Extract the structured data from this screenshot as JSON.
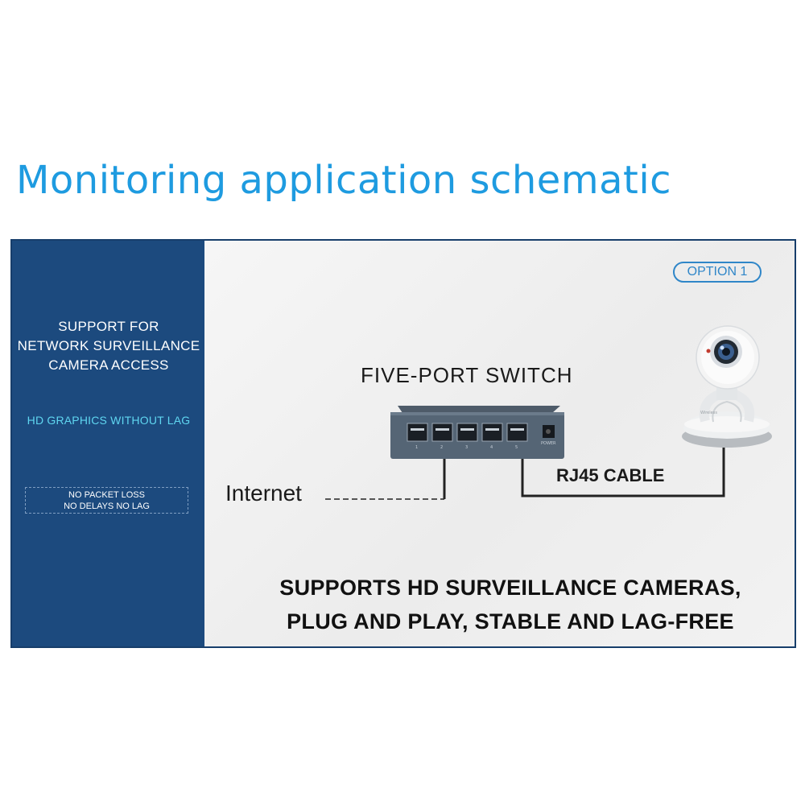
{
  "title": "Monitoring application schematic",
  "sidebar": {
    "heading_lines": [
      "SUPPORT FOR",
      "NETWORK SURVEILLANCE",
      "CAMERA ACCESS"
    ],
    "highlight": "HD GRAPHICS WITHOUT LAG",
    "box_lines": [
      "NO PACKET LOSS",
      "NO DELAYS NO LAG"
    ]
  },
  "diagram": {
    "option_badge": "OPTION 1",
    "switch_label": "FIVE-PORT SWITCH",
    "cable_label": "RJ45 CABLE",
    "internet_label": "Internet",
    "port_numbers": [
      "1",
      "2",
      "3",
      "4",
      "5"
    ],
    "power_label": "POWER",
    "camera_brand": "Wireless"
  },
  "footer_lines": [
    "SUPPORTS HD SURVEILLANCE CAMERAS,",
    "PLUG AND PLAY, STABLE AND LAG-FREE"
  ],
  "colors": {
    "title": "#1e9be0",
    "panel": "#1c4a7e",
    "highlight": "#5fd6f0",
    "badge": "#2f86c8"
  },
  "icons": [
    "network-switch-icon",
    "security-camera-icon"
  ]
}
